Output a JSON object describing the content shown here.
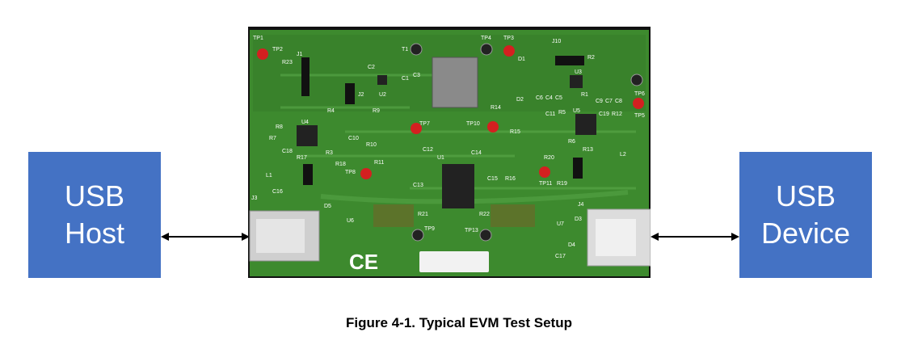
{
  "host": {
    "line1": "USB",
    "line2": "Host"
  },
  "device": {
    "line1": "USB",
    "line2": "Device"
  },
  "caption": "Figure 4-1. Typical EVM Test Setup",
  "colors": {
    "box": "#4472c4",
    "pcb": "#3d8a2e",
    "pcb_dark": "#2f6e24"
  },
  "board_labels": {
    "tp1": "TP1",
    "tp2": "TP2",
    "tp3": "TP3",
    "tp4": "TP4",
    "tp5": "TP5",
    "tp6": "TP6",
    "tp7": "TP7",
    "tp8": "TP8",
    "tp9": "TP9",
    "tp10": "TP10",
    "tp11": "TP11",
    "tp13": "TP13",
    "j1": "J1",
    "j2": "J2",
    "j3": "J3",
    "j4": "J4",
    "j10": "J10",
    "t1": "T1",
    "u1": "U1",
    "u2": "U2",
    "u3": "U3",
    "u4": "U4",
    "u5": "U5",
    "u6": "U6",
    "u7": "U7",
    "d1": "D1",
    "d2": "D2",
    "d3": "D3",
    "d4": "D4",
    "d5": "D5",
    "l1": "L1",
    "l2": "L2",
    "r23": "R23",
    "r4": "R4",
    "r9": "R9",
    "r14": "R14",
    "r15": "R15",
    "r8": "R8",
    "r7": "R7",
    "c18": "C18",
    "c10": "C10",
    "r10": "R10",
    "r11": "R11",
    "r17": "R17",
    "r3": "R3",
    "r18": "R18",
    "c12": "C12",
    "c14": "C14",
    "c13": "C13",
    "c15": "C15",
    "r16": "R16",
    "r21": "R21",
    "r22": "R22",
    "c16": "C16",
    "c17": "C17",
    "c2": "C2",
    "c1": "C1",
    "c3": "C3",
    "r2": "R2",
    "r1": "R1",
    "c6": "C6",
    "c4": "C4",
    "c5": "C5",
    "c9": "C9",
    "c7": "C7",
    "c8": "C8",
    "c11": "C11",
    "r5": "R5",
    "c19": "C19",
    "r12": "R12",
    "r6": "R6",
    "r13": "R13",
    "r20": "R20",
    "r19": "R19"
  }
}
